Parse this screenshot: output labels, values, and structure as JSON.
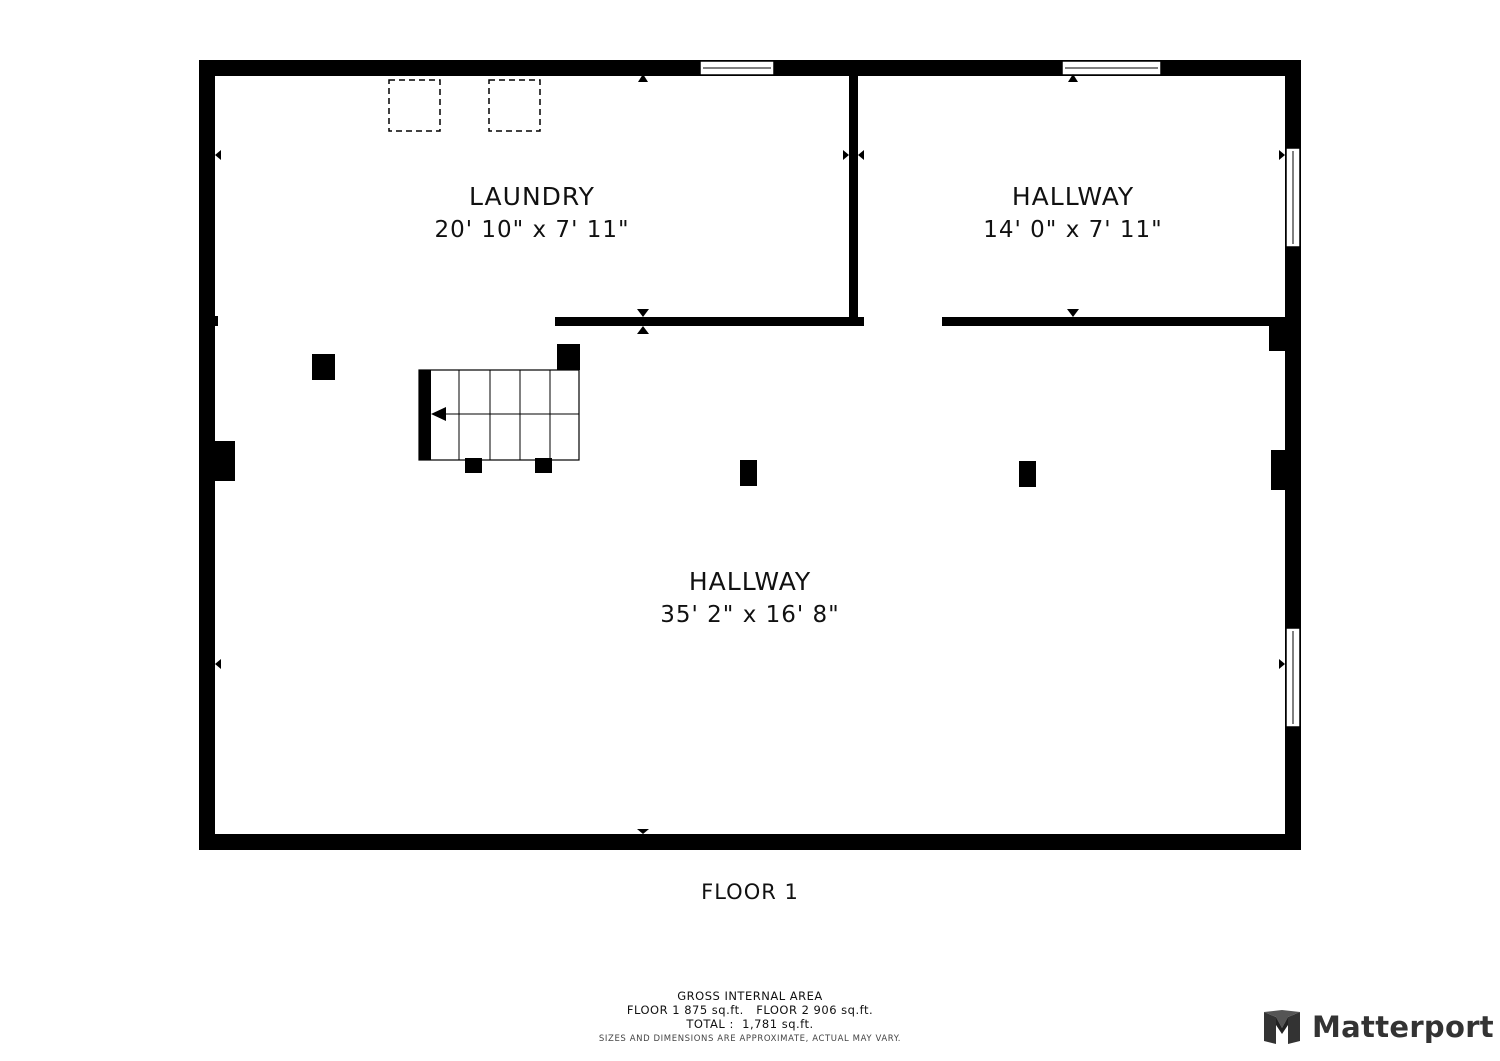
{
  "rooms": {
    "laundry": {
      "name": "LAUNDRY",
      "dimensions": "20' 10\" x 7' 11\""
    },
    "hallway_small": {
      "name": "HALLWAY",
      "dimensions": "14' 0\" x 7' 11\""
    },
    "hallway_main": {
      "name": "HALLWAY",
      "dimensions": "35' 2\" x 16' 8\""
    }
  },
  "floor_label": "FLOOR 1",
  "area": {
    "heading": "GROSS INTERNAL AREA",
    "floors_line": "FLOOR 1 875 sq.ft.   FLOOR 2 906 sq.ft.",
    "total_line": "TOTAL :  1,781 sq.ft.",
    "disclaimer": "SIZES AND DIMENSIONS ARE APPROXIMATE, ACTUAL MAY VARY."
  },
  "brand": {
    "name": "Matterport",
    "logo_icon": "matterport-logo-icon",
    "color": "#333333"
  },
  "colors": {
    "wall": "#000000",
    "background": "#ffffff"
  }
}
